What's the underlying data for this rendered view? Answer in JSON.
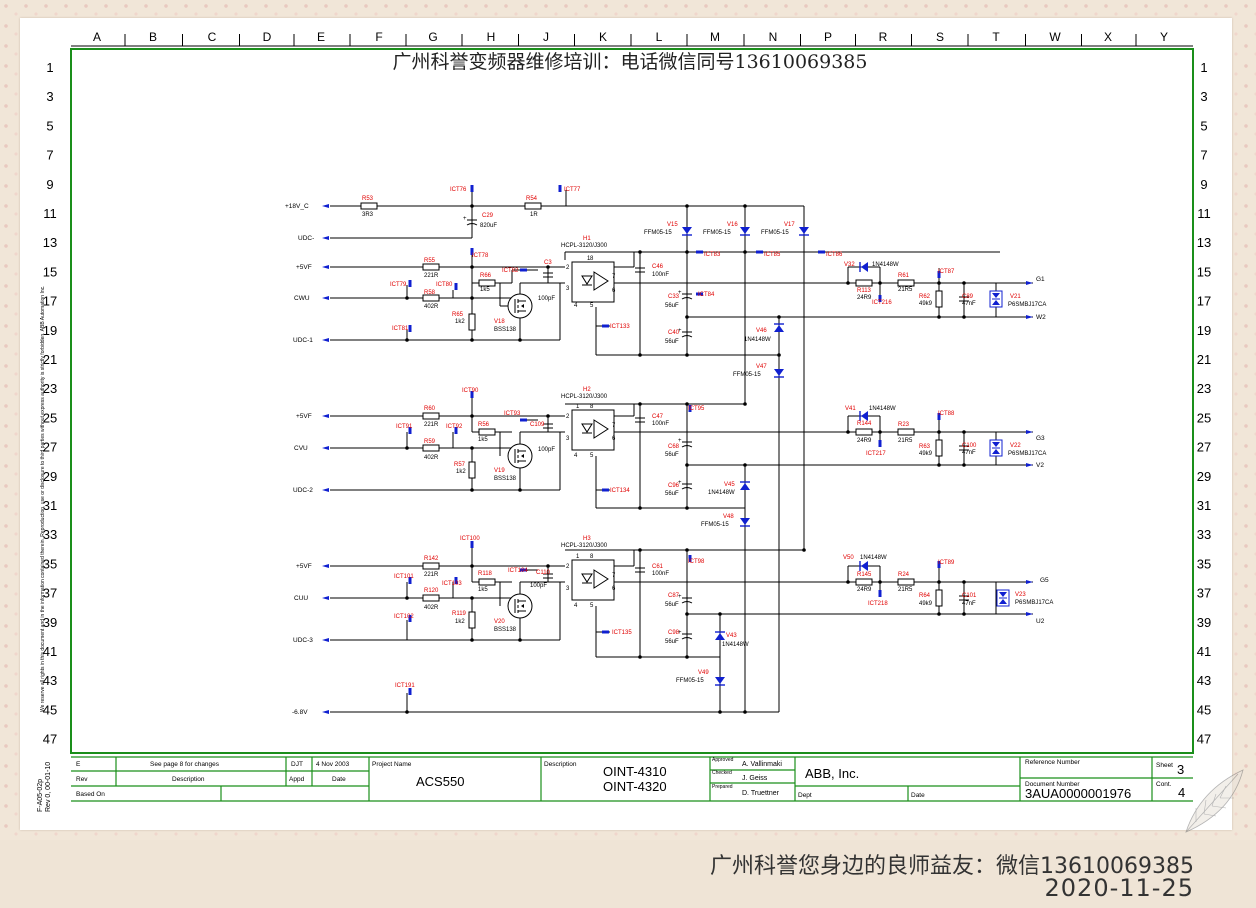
{
  "watermark_top": "广州科誉变频器维修培训：电话微信同号13610069385",
  "footer": {
    "line1": "广州科誉您身边的良师益友：微信13610069385",
    "line2": "2020-11-25"
  },
  "column_letters": [
    "A",
    "B",
    "C",
    "D",
    "E",
    "F",
    "G",
    "H",
    "J",
    "K",
    "L",
    "M",
    "N",
    "P",
    "R",
    "S",
    "T",
    "W",
    "X",
    "Y"
  ],
  "row_numbers": [
    "1",
    "3",
    "5",
    "7",
    "9",
    "11",
    "13",
    "15",
    "17",
    "19",
    "21",
    "23",
    "25",
    "27",
    "29",
    "31",
    "33",
    "35",
    "37",
    "39",
    "41",
    "43",
    "45",
    "47"
  ],
  "side_text_left": "We reserve all rights in this document and in the information contained therein. Reproduction, use or disclosure to third parties without express authority is strictly forbidden. ABB Automation Inc.",
  "form_code": "F-A05-02p",
  "form_rev": "Rev 0, 00-01-10",
  "title_block": {
    "rev_letter": "E",
    "rev_desc": "See page 8 for changes",
    "rev_appd": "DJT",
    "rev_date": "4 Nov 2003",
    "hdr_rev": "Rev",
    "hdr_desc": "Description",
    "hdr_appd": "Appd",
    "hdr_date": "Date",
    "based_on": "Based On",
    "project_name_label": "Project Name",
    "project_name": "ACS550",
    "description_label": "Description",
    "description1": "OINT-4310",
    "description2": "OINT-4320",
    "approved_label": "Approved",
    "approved": "A. Vallinmaki",
    "checked_label": "Checked",
    "checked": "J. Geiss",
    "prepared_label": "Prepared",
    "prepared": "D. Truettner",
    "company": "ABB, Inc.",
    "dept_label": "Dept",
    "date_label": "Date",
    "ref_label": "Reference Number",
    "doc_label": "Document Number",
    "doc_number": "3AUA0000001976",
    "sheet_label": "Sheet",
    "sheet": "3",
    "cont_label": "Cont.",
    "cont": "4"
  },
  "nets": {
    "p18": "+18V_C",
    "udc": "UDC-",
    "p5a": "+5VF",
    "cwu": "CWU",
    "udc1": "UDC-1",
    "p5b": "+5VF",
    "cvu": "CVU",
    "udc2": "UDC-2",
    "p5c": "+5VF",
    "cuu": "CUU",
    "udc3": "UDC-3",
    "m68": "-6.8V",
    "g1": "G1",
    "w2": "W2",
    "g3": "G3",
    "v2": "V2",
    "g5": "G5",
    "u2": "U2"
  },
  "refs": {
    "r53": "R53",
    "r53v": "3R3",
    "ict76": "ICT76",
    "c29": "C29",
    "c29v": "820uF",
    "r54": "R54",
    "r54v": "1R",
    "ict77": "ICT77",
    "v15": "V15",
    "v15v": "FFM05-15",
    "v16": "V16",
    "v16v": "FFM05-15",
    "v17": "V17",
    "v17v": "FFM05-15",
    "h1": "H1",
    "h1v": "HCPL-3120/J300",
    "h2": "H2",
    "h2v": "HCPL-3120/J300",
    "h3": "H3",
    "h3v": "HCPL-3120/J300",
    "ict83": "ICT83",
    "ict85": "ICT85",
    "ict86": "ICT86",
    "r55": "R55",
    "r55v": "221R",
    "ict78": "ICT78",
    "r66": "R66",
    "r66v": "1k5",
    "ict82": "ICT82",
    "c3": "C3",
    "c3v": "100pF",
    "ict79": "ICT79",
    "ict80": "ICT80",
    "r58": "R58",
    "r58v": "402R",
    "r65": "R65",
    "r65v": "1k2",
    "v18": "V18",
    "v18v": "BSS138",
    "ict81": "ICT81",
    "ict133": "ICT133",
    "c46": "C46",
    "c46v": "100nF",
    "c33": "C33",
    "c33v": "56uF",
    "ict84": "ICT84",
    "c40": "C40",
    "c40v": "56uF",
    "v46": "V46",
    "v46v": "1N4148W",
    "v47": "V47",
    "v47v": "FFM05-15",
    "v32": "V32",
    "v32v": "1N4148W",
    "r113": "R113",
    "r113v": "24R9",
    "r61": "R61",
    "r61v": "21R5",
    "ict87": "ICT87",
    "ict216": "ICT216",
    "r62": "R62",
    "r62v": "49k9",
    "c89": "C89",
    "c89v": "47nF",
    "v21": "V21",
    "v21v": "P6SMBJ17CA",
    "ict90": "ICT90",
    "r60": "R60",
    "r60v": "221R",
    "ict93": "ICT93",
    "ict91": "ICT91",
    "ict92": "ICT92",
    "r56": "R56",
    "r56v": "1k5",
    "c109": "C109",
    "c109v": "100pF",
    "r59": "R59",
    "r59v": "402R",
    "r57": "R57",
    "r57v": "1k2",
    "v19": "V19",
    "v19v": "BSS138",
    "ict134": "ICT134",
    "c47": "C47",
    "c47v": "100nF",
    "ict95": "ICT95",
    "c68": "C68",
    "c68v": "56uF",
    "c96": "C96",
    "c96v": "56uF",
    "v45": "V45",
    "v45v": "1N4148W",
    "v48": "V48",
    "v48v": "FFM05-15",
    "v41": "V41",
    "v41v": "1N4148W",
    "r144": "R144",
    "r144v": "24R9",
    "r23": "R23",
    "r23v": "21R5",
    "ict88": "ICT88",
    "ict217": "ICT217",
    "r63": "R63",
    "r63v": "49k9",
    "c100": "C100",
    "c100v": "47nF",
    "v22": "V22",
    "v22v": "P6SMBJ17CA",
    "ict100": "ICT100",
    "r142": "R142",
    "r142v": "221R",
    "ict101": "ICT101",
    "ict103": "ICT103",
    "r118": "R118",
    "r118v": "1k5",
    "ict104": "ICT104",
    "c110": "C110",
    "c110v": "100pF",
    "r120": "R120",
    "r120v": "402R",
    "r119": "R119",
    "r119v": "1k2",
    "v20": "V20",
    "v20v": "BSS138",
    "ict102": "ICT102",
    "ict135": "ICT135",
    "c61": "C61",
    "c61v": "100nF",
    "ict98": "ICT98",
    "c87": "C87",
    "c87v": "56uF",
    "c98": "C98",
    "c98v": "56uF",
    "v43": "V43",
    "v43v": "1N4148W",
    "v49": "V49",
    "v49v": "FFM05-15",
    "v50": "V50",
    "v50v": "1N4148W",
    "r145": "R145",
    "r145v": "24R9",
    "r24": "R24",
    "r24v": "21R5",
    "ict89": "ICT89",
    "ict218": "ICT218",
    "r64": "R64",
    "r64v": "49k9",
    "c101": "C101",
    "c101v": "47nF",
    "v23": "V23",
    "v23v": "P6SMBJ17CA",
    "ict191": "ICT191"
  },
  "colors": {
    "wire": "#000000",
    "frame": "#1a8f1a",
    "refdes": "#e00000",
    "diode": "#1020d0",
    "arrow": "#1020d0"
  }
}
